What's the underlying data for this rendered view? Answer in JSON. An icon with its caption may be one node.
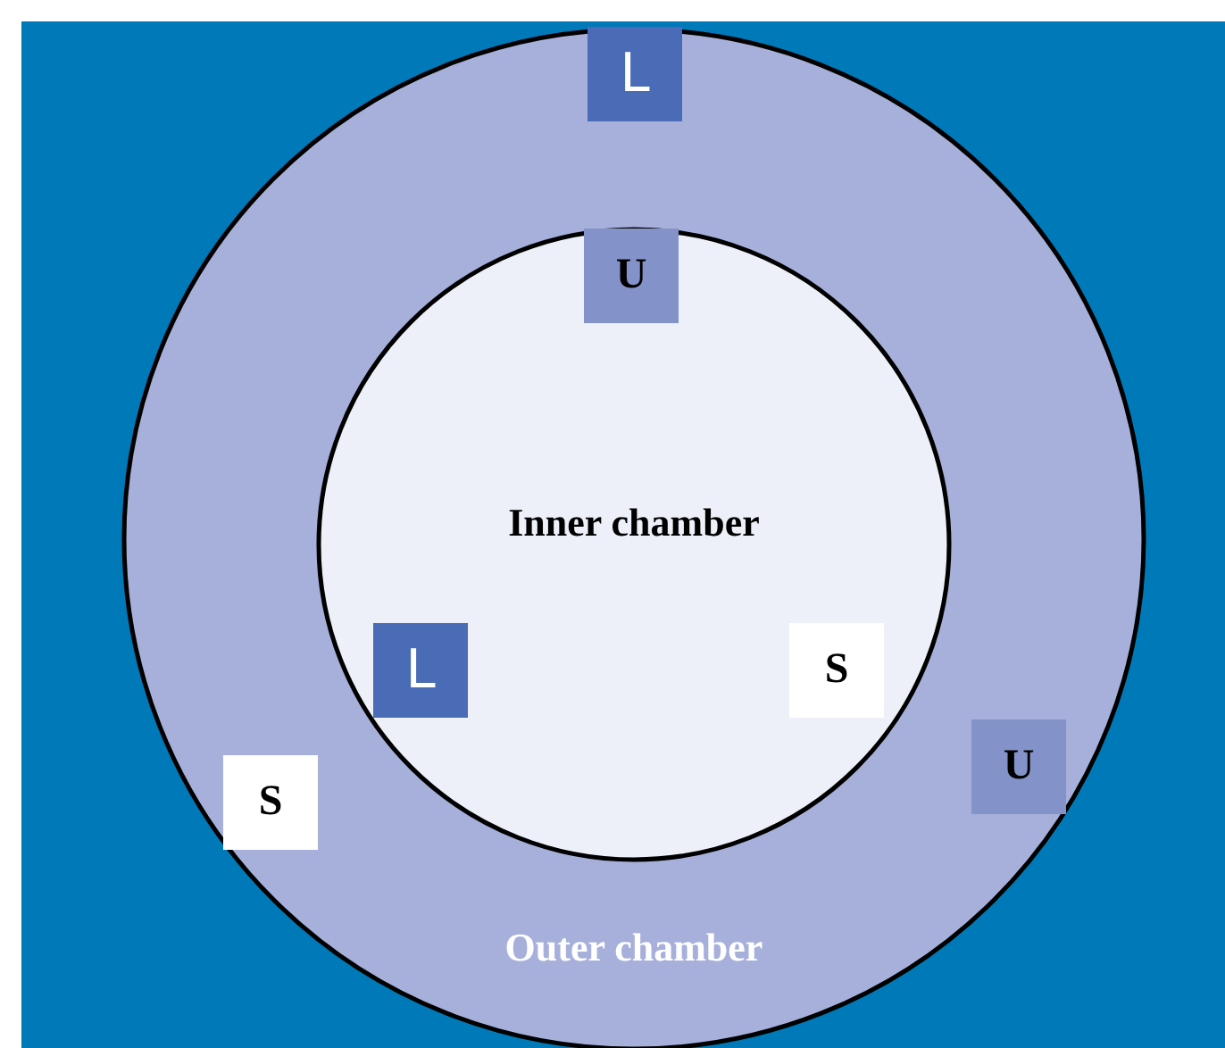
{
  "diagram": {
    "nodes": [
      {
        "text": [
          "Outer chamber"
        ]
      },
      {
        "text": [
          "L"
        ],
        "in": 0
      },
      {
        "text": [
          "Inner chamber"
        ],
        "in": 0
      },
      {
        "text": [
          "U"
        ],
        "in": 2
      },
      {
        "text": [
          "L"
        ],
        "in": 2
      },
      {
        "text": [
          "S"
        ],
        "in": 2
      },
      {
        "text": [
          "U"
        ],
        "in": 0
      },
      {
        "text": [
          "S"
        ],
        "in": 0
      }
    ],
    "edges": []
  }
}
